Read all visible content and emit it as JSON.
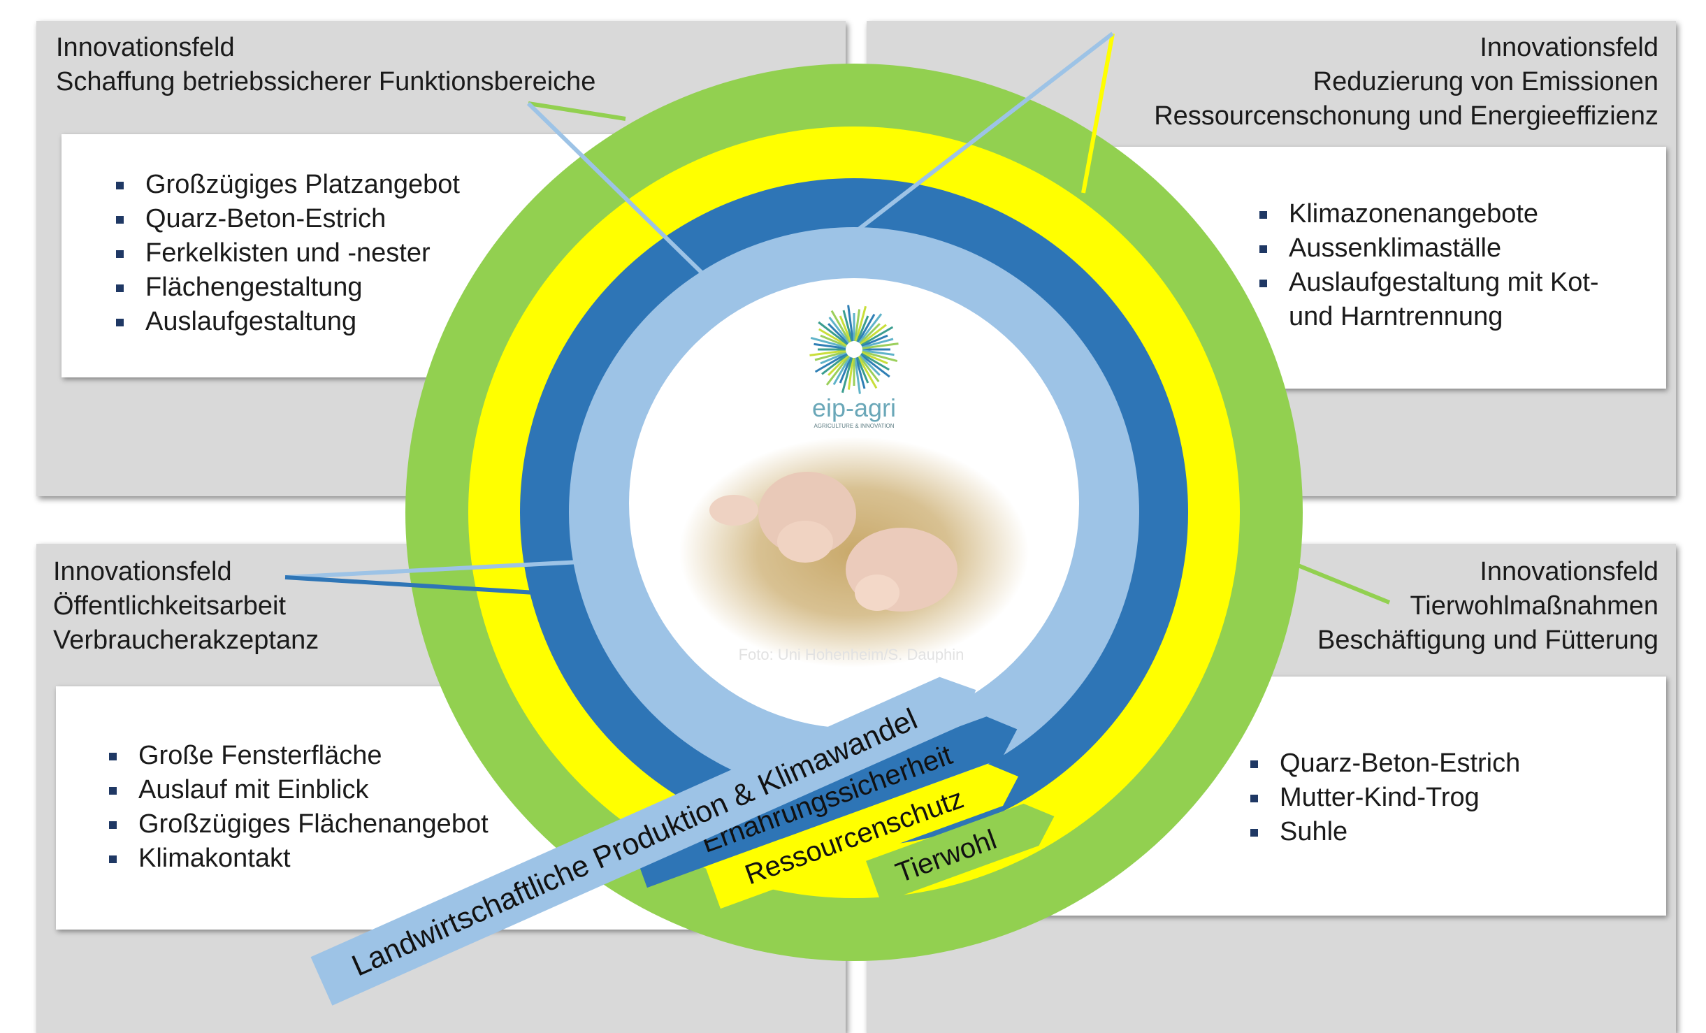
{
  "fields": {
    "top_left": {
      "title_lines": [
        "Innovationsfeld",
        "Schaffung betriebssicherer Funktionsbereiche"
      ],
      "items": [
        "Großzügiges Platzangebot",
        "Quarz-Beton-Estrich",
        "Ferkelkisten und -nester",
        "Flächengestaltung",
        "Auslaufgestaltung"
      ]
    },
    "top_right": {
      "title_lines": [
        "Innovationsfeld",
        "Reduzierung von  Emissionen",
        "Ressourcenschonung und Energieeffizienz"
      ],
      "items": [
        "Klimazonenangebote",
        "Aussenklimaställe",
        "Auslaufgestaltung mit Kot-",
        "und Harntrennung"
      ]
    },
    "bottom_left": {
      "title_lines": [
        "Innovationsfeld",
        "Öffentlichkeitsarbeit",
        "Verbraucherakzeptanz"
      ],
      "items": [
        "Große Fensterfläche",
        "Auslauf mit Einblick",
        "Großzügiges Flächenangebot",
        "Klimakontakt"
      ]
    },
    "bottom_right": {
      "title_lines": [
        "Innovationsfeld",
        "Tierwohlmaßnahmen",
        "Beschäftigung und Fütterung"
      ],
      "items": [
        "Quarz-Beton-Estrich",
        "Mutter-Kind-Trog",
        "Suhle"
      ]
    }
  },
  "center": {
    "logo_text": "eip-agri",
    "logo_subtext": "AGRICULTURE & INNOVATION",
    "photo_credit": "Foto: Uni Hohenheim/S. Dauphin"
  },
  "arrows": {
    "light_blue": "Landwirtschaftliche Produktion & Klimawandel",
    "dark_blue": "Ernährungssicherheit",
    "yellow": "Ressourcenschutz",
    "green": "Tierwohl"
  },
  "colors": {
    "green_ring": "#92d050",
    "yellow_ring": "#ffff00",
    "dark_blue_ring": "#2e75b6",
    "light_blue_ring": "#9dc3e6",
    "panel_gray": "#d9d9d9",
    "bullet": "#1f3864"
  }
}
